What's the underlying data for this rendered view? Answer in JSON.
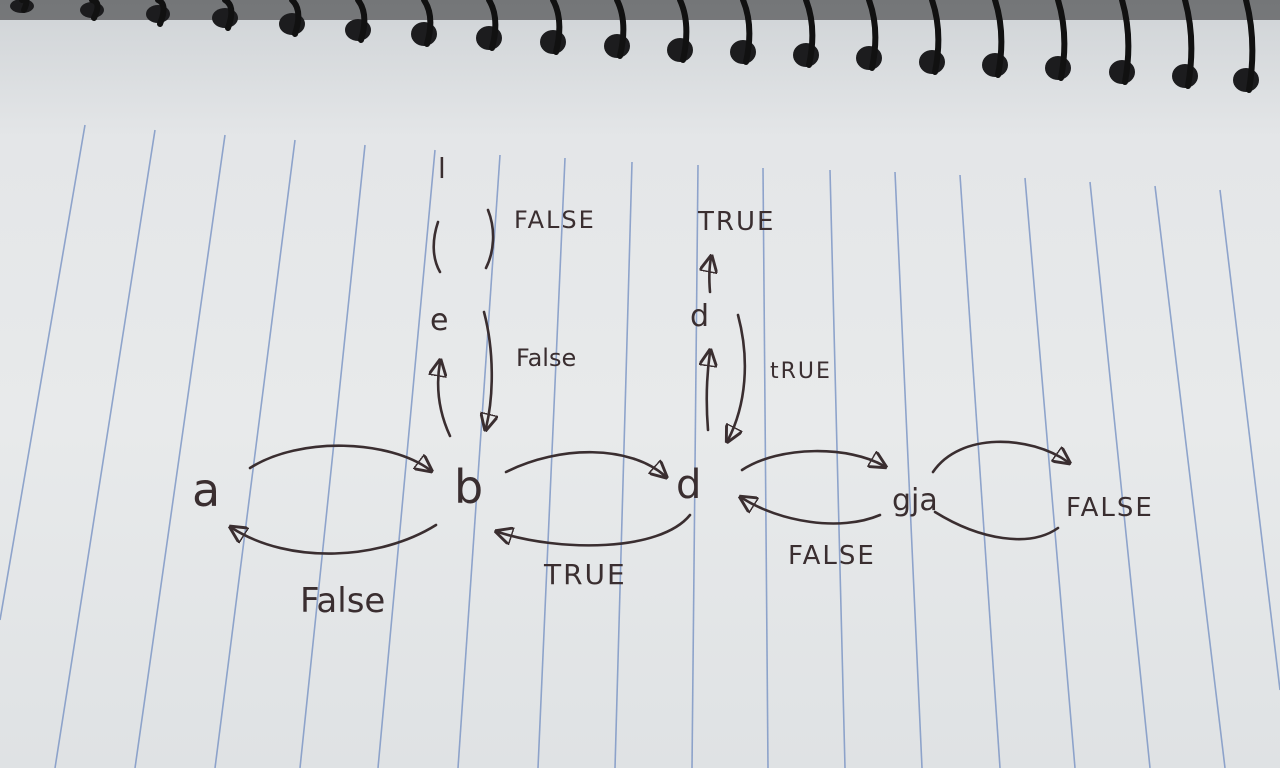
{
  "nodes": {
    "a": "a",
    "b": "b",
    "d": "d",
    "g": "gja",
    "up_b_1": "e",
    "up_b_2": "l",
    "up_d_1": "d",
    "up_d_2": "TRUE"
  },
  "edge_labels": {
    "b_to_a": "False",
    "d_to_b": "TRUE",
    "g_to_d": "FALSE",
    "g_right": "FALSE",
    "b_up_1": "False",
    "b_up_2": "FALSE",
    "d_up_1": "tRUE"
  },
  "colors": {
    "ink": "#3a2e30",
    "rule": "#7f98c6",
    "paper": "#e6e8ea",
    "spiral": "#1c1c1e"
  },
  "icons": {
    "binding": "spiral-binding-icon"
  }
}
